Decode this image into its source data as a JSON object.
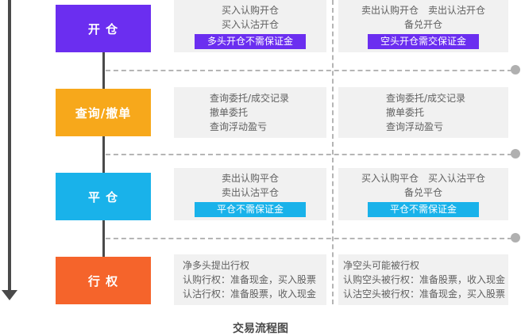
{
  "stages": [
    {
      "label": "开 仓",
      "color": "#6b2ef0"
    },
    {
      "label": "查询/撤单",
      "color": "#f7a81b"
    },
    {
      "label": "平 仓",
      "color": "#19b2ea"
    },
    {
      "label": "行 权",
      "color": "#f5642b"
    }
  ],
  "open": {
    "left": {
      "lines": [
        "买入认购开仓",
        "买入认沽开仓"
      ],
      "tag": "多头开仓不需保证金",
      "tag_color": "#6b2ef0"
    },
    "right": {
      "lines": [
        "卖出认购开仓　卖出认沽开仓",
        "备兑开仓"
      ],
      "tag": "空头开仓需交保证金",
      "tag_color": "#6b2ef0"
    }
  },
  "query": {
    "left": {
      "lines": [
        "查询委托/成交记录",
        "撤单委托",
        "查询浮动盈亏"
      ]
    },
    "right": {
      "lines": [
        "查询委托/成交记录",
        "撤单委托",
        "查询浮动盈亏"
      ]
    }
  },
  "close": {
    "left": {
      "lines": [
        "卖出认购平仓",
        "卖出认沽平仓"
      ],
      "tag": "平仓不需保证金",
      "tag_color": "#19b2ea"
    },
    "right": {
      "lines": [
        "买入认购平仓　买入认沽平仓",
        "备兑平仓"
      ],
      "tag": "平仓不需保证金",
      "tag_color": "#19b2ea"
    }
  },
  "exercise": {
    "left": {
      "lines": [
        "净多头提出行权",
        "认购行权：准备现金，买入股票",
        "认沽行权：准备股票，收入现金"
      ]
    },
    "right": {
      "lines": [
        "净空头可能被行权",
        "认购空头被行权：准备股票，收入现金",
        "认沽空头被行权：准备现金，买入股票"
      ]
    }
  },
  "caption": "交易流程图"
}
